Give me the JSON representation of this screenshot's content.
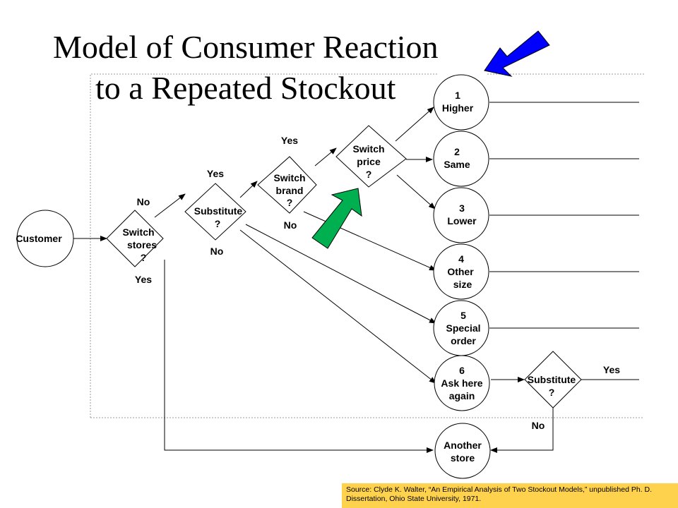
{
  "title": {
    "line1": "Model of Consumer Reaction",
    "line2": "to a Repeated Stockout"
  },
  "nodes": {
    "customer": "Customer",
    "switch_stores": [
      "Switch",
      "stores",
      "?"
    ],
    "substitute": [
      "Substitute",
      "?"
    ],
    "switch_brand": [
      "Switch",
      "brand",
      "?"
    ],
    "switch_price": [
      "Switch",
      "price",
      "?"
    ],
    "substitute_2": [
      "Substitute",
      "?"
    ],
    "outcomes": [
      [
        "1",
        "Higher"
      ],
      [
        "2",
        "Same"
      ],
      [
        "3",
        "Lower"
      ],
      [
        "4",
        "Other",
        "size"
      ],
      [
        "5",
        "Special",
        "order"
      ],
      [
        "6",
        "Ask here",
        "again"
      ]
    ],
    "another_store": [
      "Another",
      "store"
    ]
  },
  "edge_labels": {
    "stores_no": "No",
    "stores_yes": "Yes",
    "substitute_yes": "Yes",
    "substitute_no": "No",
    "brand_yes": "Yes",
    "brand_no": "No",
    "substitute2_yes": "Yes",
    "substitute2_no": "No"
  },
  "arrows": {
    "blue_color": "#0000ff",
    "green_color": "#00b050"
  },
  "source": "Source: Clyde K. Walter, “An Empirical Analysis of Two Stockout Models,” unpublished Ph. D. Dissertation, Ohio State University, 1971.",
  "source_bg": "#ffd24d"
}
